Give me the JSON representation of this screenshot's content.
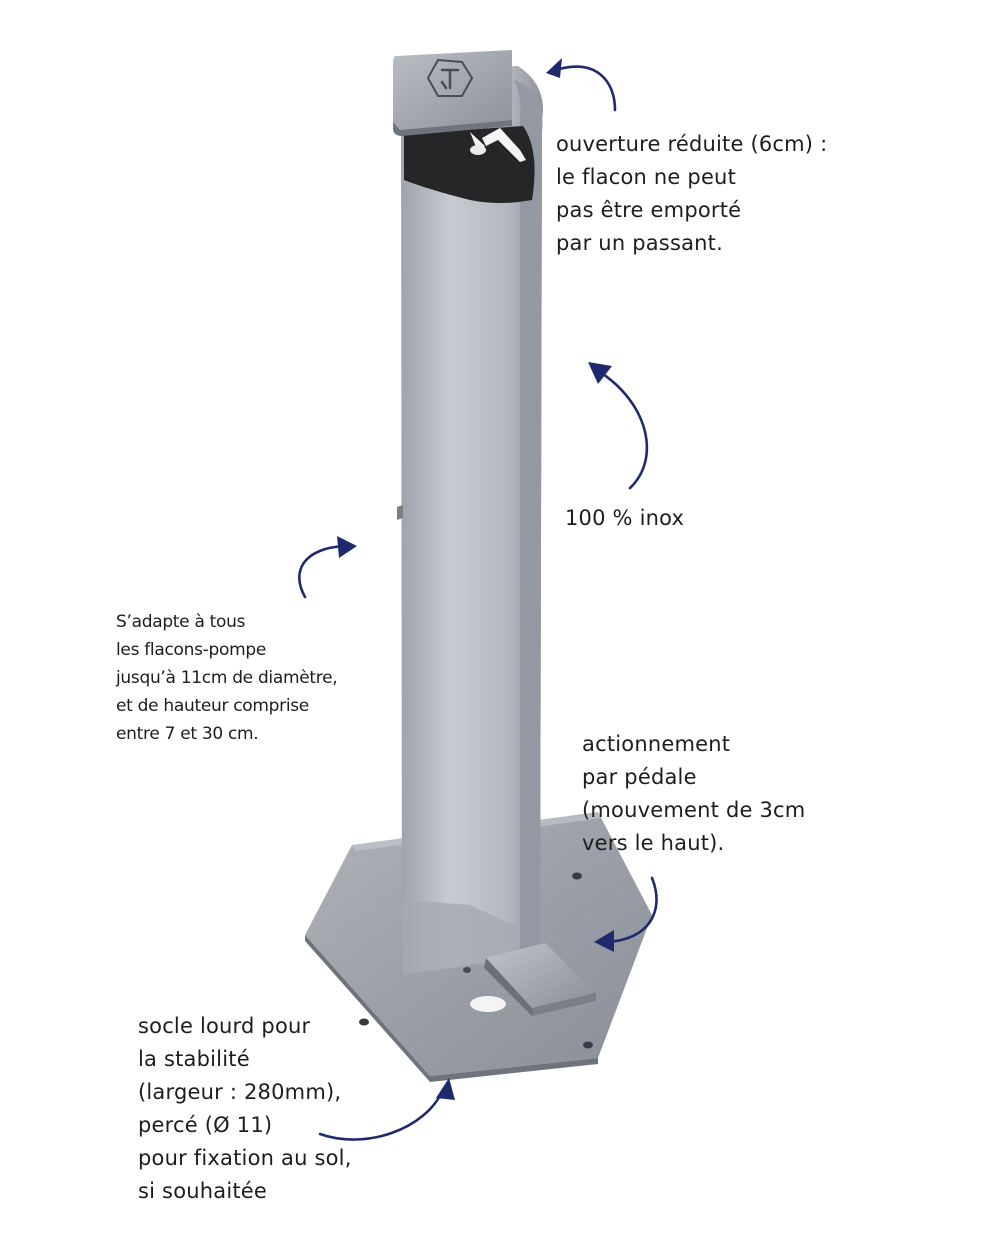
{
  "colors": {
    "arrow": "#1f2a6e",
    "steel_light": "#c4c8d0",
    "steel_mid": "#a4a9b3",
    "steel_dark": "#7e838c",
    "interior": "#2a2a2c",
    "text": "#1d1d1d"
  },
  "annotations": {
    "opening": {
      "lines": [
        "ouverture réduite (6cm) :",
        "le flacon ne peut",
        "pas être emporté",
        "par un passant."
      ]
    },
    "material": {
      "lines": [
        "100 % inox"
      ]
    },
    "adapt": {
      "lines": [
        "S’adapte à tous",
        "les flacons-pompe",
        "jusqu’à 11cm de diamètre,",
        "et de hauteur comprise",
        "entre 7 et 30 cm."
      ]
    },
    "pedal": {
      "lines": [
        "actionnement",
        "par pédale",
        "(mouvement de 3cm",
        "vers le haut)."
      ]
    },
    "base": {
      "lines": [
        "socle lourd pour",
        "la stabilité",
        "(largeur : 280mm),",
        "percé (Ø 11)",
        "pour fixation au sol,",
        "si souhaitée"
      ]
    }
  }
}
